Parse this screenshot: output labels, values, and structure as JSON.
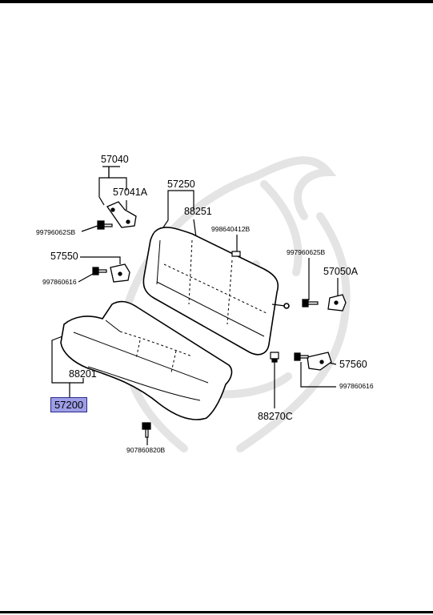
{
  "parts": {
    "p57040": "57040",
    "p57041a": "57041A",
    "p57250": "57250",
    "p88251": "88251",
    "p99796062sb": "99796062SB",
    "p998640412b": "998640412B",
    "p57550": "57550",
    "p997960625b": "997960625B",
    "p997860616_left": "997860616",
    "p57050a": "57050A",
    "p88201": "88201",
    "p57560": "57560",
    "p57200": "57200",
    "p997860616_right": "997860616",
    "p88270c": "88270C",
    "p907860820b": "907860820B"
  },
  "colors": {
    "highlight": "#9e9ee8",
    "line": "#000000",
    "watermark": "#e6e6e6"
  }
}
